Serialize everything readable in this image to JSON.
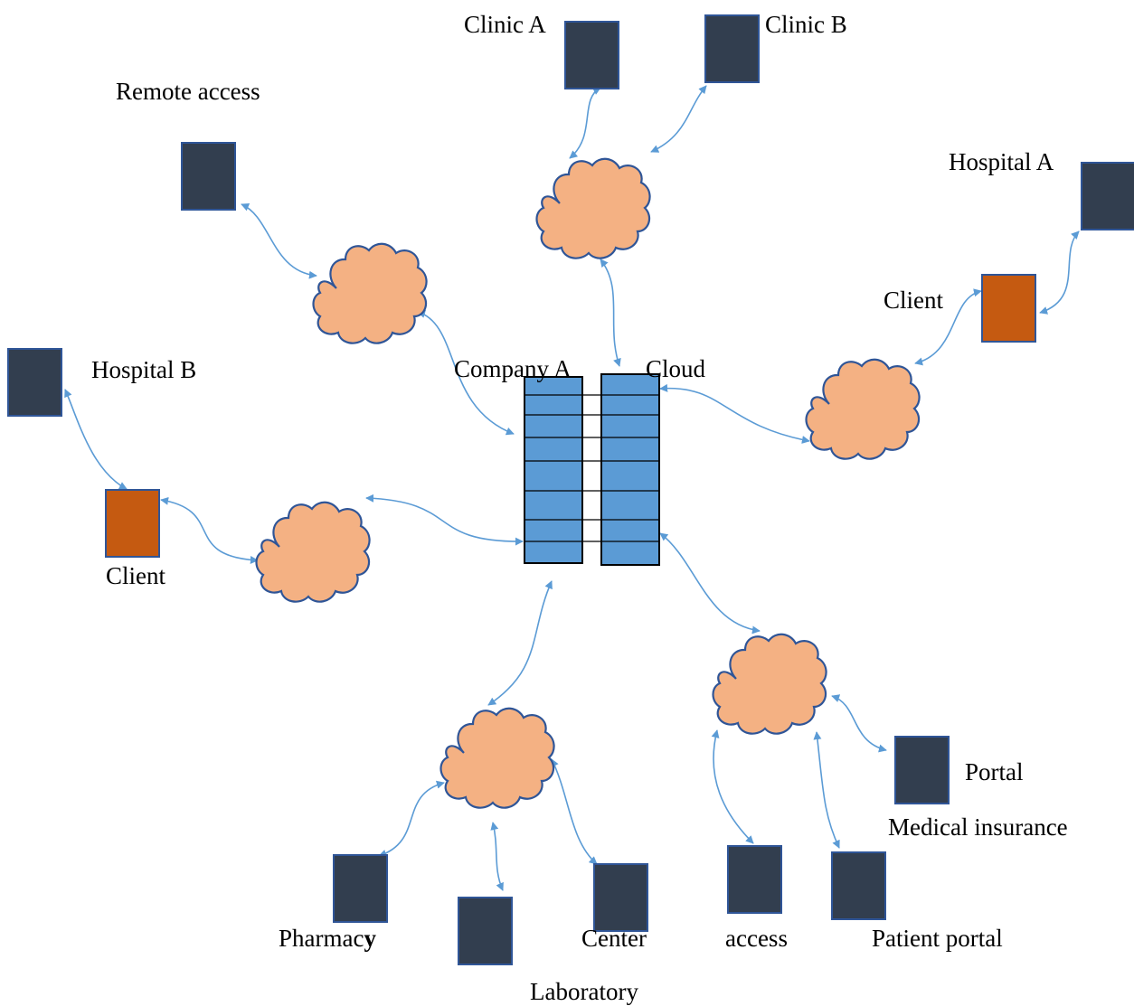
{
  "colors": {
    "terminal": "#323e4f",
    "client": "#c55a11",
    "cloud": "#f4b183",
    "server": "#5b9bd5",
    "outline": "#2f5597",
    "connector": "#5b9bd5"
  },
  "labels": {
    "clinic_a": "Clinic A",
    "clinic_b": "Clinic B",
    "remote_access": "Remote access",
    "hospital_a": "Hospital A",
    "client_right": "Client",
    "hospital_b": "Hospital B",
    "company_a": "Company A",
    "cloud": "Cloud",
    "client_left": "Client",
    "portal": "Portal",
    "medical_insurance": "Medical insurance",
    "pharmacy_main": "Pharmac",
    "pharmacy_last": "y",
    "center": "Center",
    "laboratory": "Laboratory",
    "access": "access",
    "patient_portal": "Patient portal"
  },
  "icons": {
    "terminal": "terminal-icon",
    "client": "client-computer-icon",
    "cloud": "cloud-icon",
    "server": "server-rack-icon"
  }
}
